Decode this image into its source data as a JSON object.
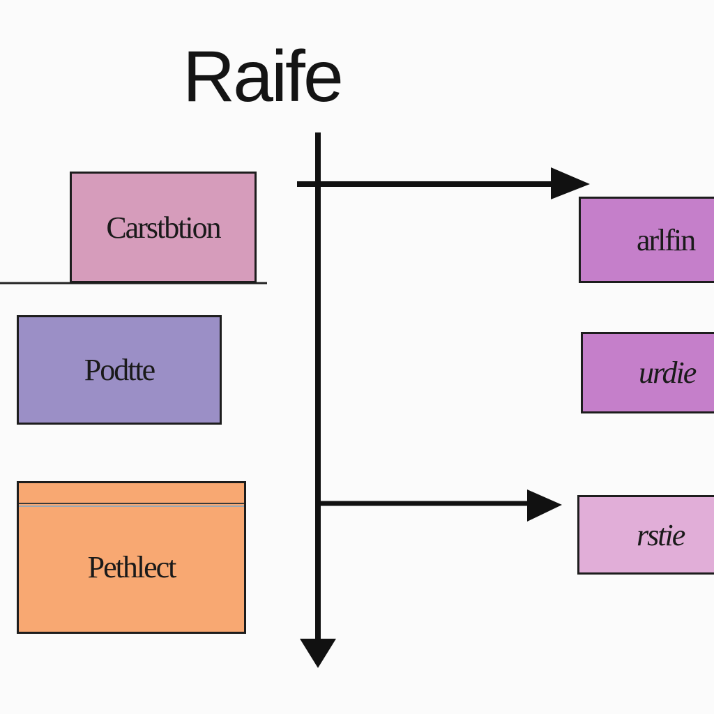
{
  "title": "Raife",
  "colors": {
    "pink": "#d69cbb",
    "lavender": "#9b8fc6",
    "orange": "#f8a872",
    "purple": "#c57fca",
    "orchid": "#c57fca",
    "light_pink": "#e1aed8",
    "line": "#111111"
  },
  "left_boxes": [
    {
      "label": "Carstbtion",
      "color": "#d69cbb"
    },
    {
      "label": "Podtte",
      "color": "#9b8fc6"
    },
    {
      "label": "Pethlect",
      "color": "#f8a872"
    }
  ],
  "right_boxes": [
    {
      "label": "arlfin",
      "color": "#c57fca"
    },
    {
      "label": "urdie",
      "color": "#c57fca"
    },
    {
      "label": "rstie",
      "color": "#e1aed8"
    }
  ]
}
